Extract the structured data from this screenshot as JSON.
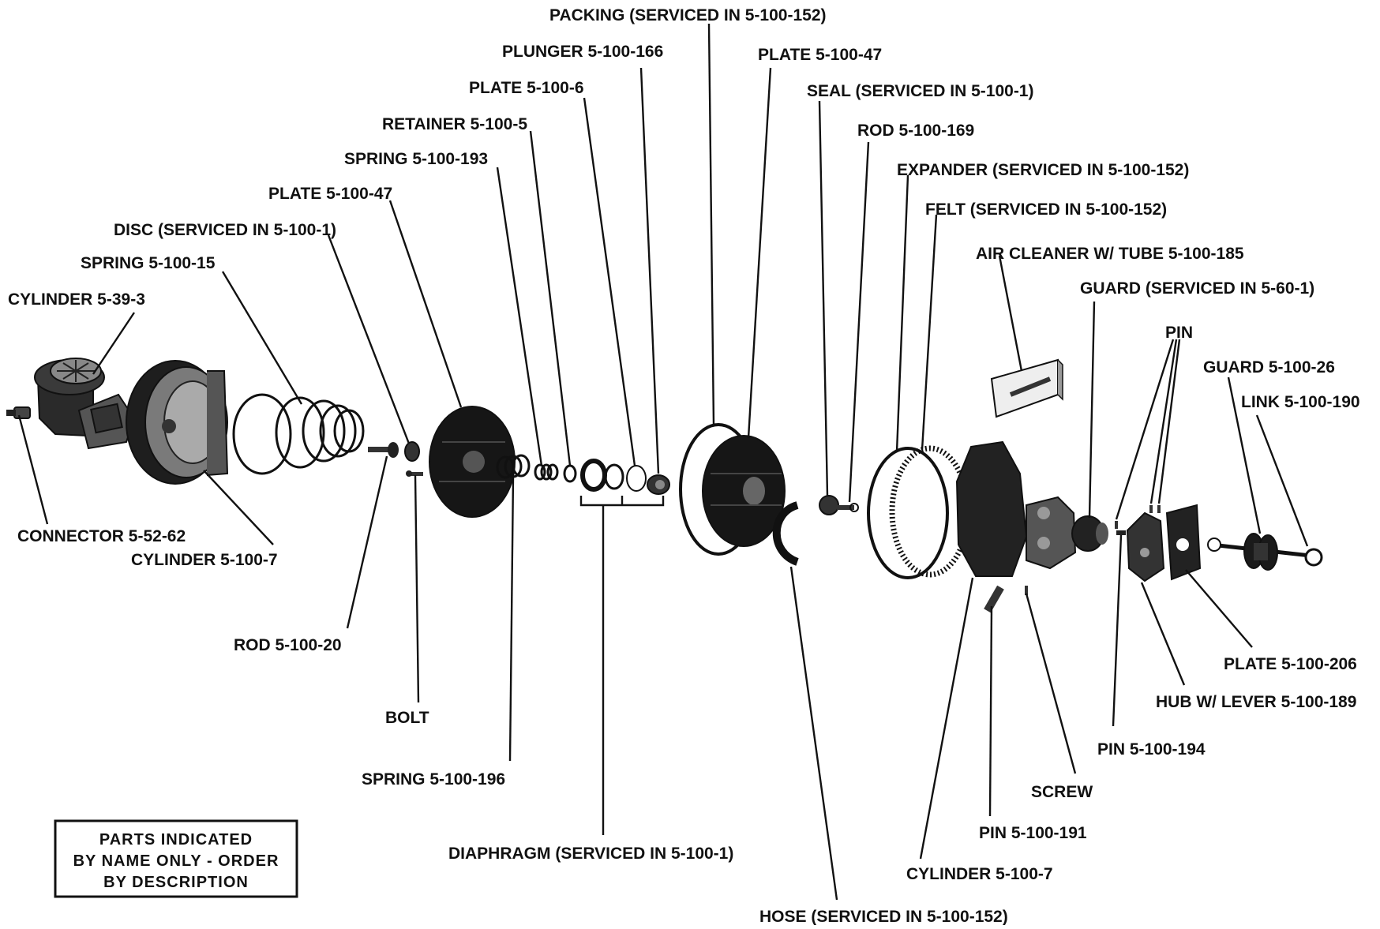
{
  "labels": {
    "packing": "PACKING (SERVICED IN 5-100-152)",
    "plunger": "PLUNGER 5-100-166",
    "plate_47_right": "PLATE 5-100-47",
    "plate_6": "PLATE 5-100-6",
    "seal": "SEAL (SERVICED IN 5-100-1)",
    "retainer": "RETAINER 5-100-5",
    "rod_169": "ROD 5-100-169",
    "spring_193": "SPRING 5-100-193",
    "expander": "EXPANDER (SERVICED IN 5-100-152)",
    "plate_47_left": "PLATE 5-100-47",
    "felt": "FELT (SERVICED IN 5-100-152)",
    "disc": "DISC (SERVICED IN 5-100-1)",
    "air_cleaner": "AIR CLEANER W/ TUBE 5-100-185",
    "spring_15": "SPRING 5-100-15",
    "guard_60": "GUARD (SERVICED IN 5-60-1)",
    "cylinder_39": "CYLINDER 5-39-3",
    "pin": "PIN",
    "guard_26": "GUARD 5-100-26",
    "link": "LINK 5-100-190",
    "connector": "CONNECTOR 5-52-62",
    "cylinder_7_left": "CYLINDER 5-100-7",
    "rod_20": "ROD 5-100-20",
    "plate_206": "PLATE 5-100-206",
    "hub": "HUB W/ LEVER 5-100-189",
    "bolt": "BOLT",
    "pin_194": "PIN 5-100-194",
    "spring_196": "SPRING 5-100-196",
    "screw": "SCREW",
    "pin_191": "PIN 5-100-191",
    "diaphragm": "DIAPHRAGM (SERVICED IN 5-100-1)",
    "cylinder_7_right": "CYLINDER 5-100-7",
    "hose": "HOSE (SERVICED IN 5-100-152)"
  },
  "note": {
    "line1": "PARTS INDICATED",
    "line2": "BY NAME ONLY - ORDER",
    "line3": "BY DESCRIPTION"
  }
}
